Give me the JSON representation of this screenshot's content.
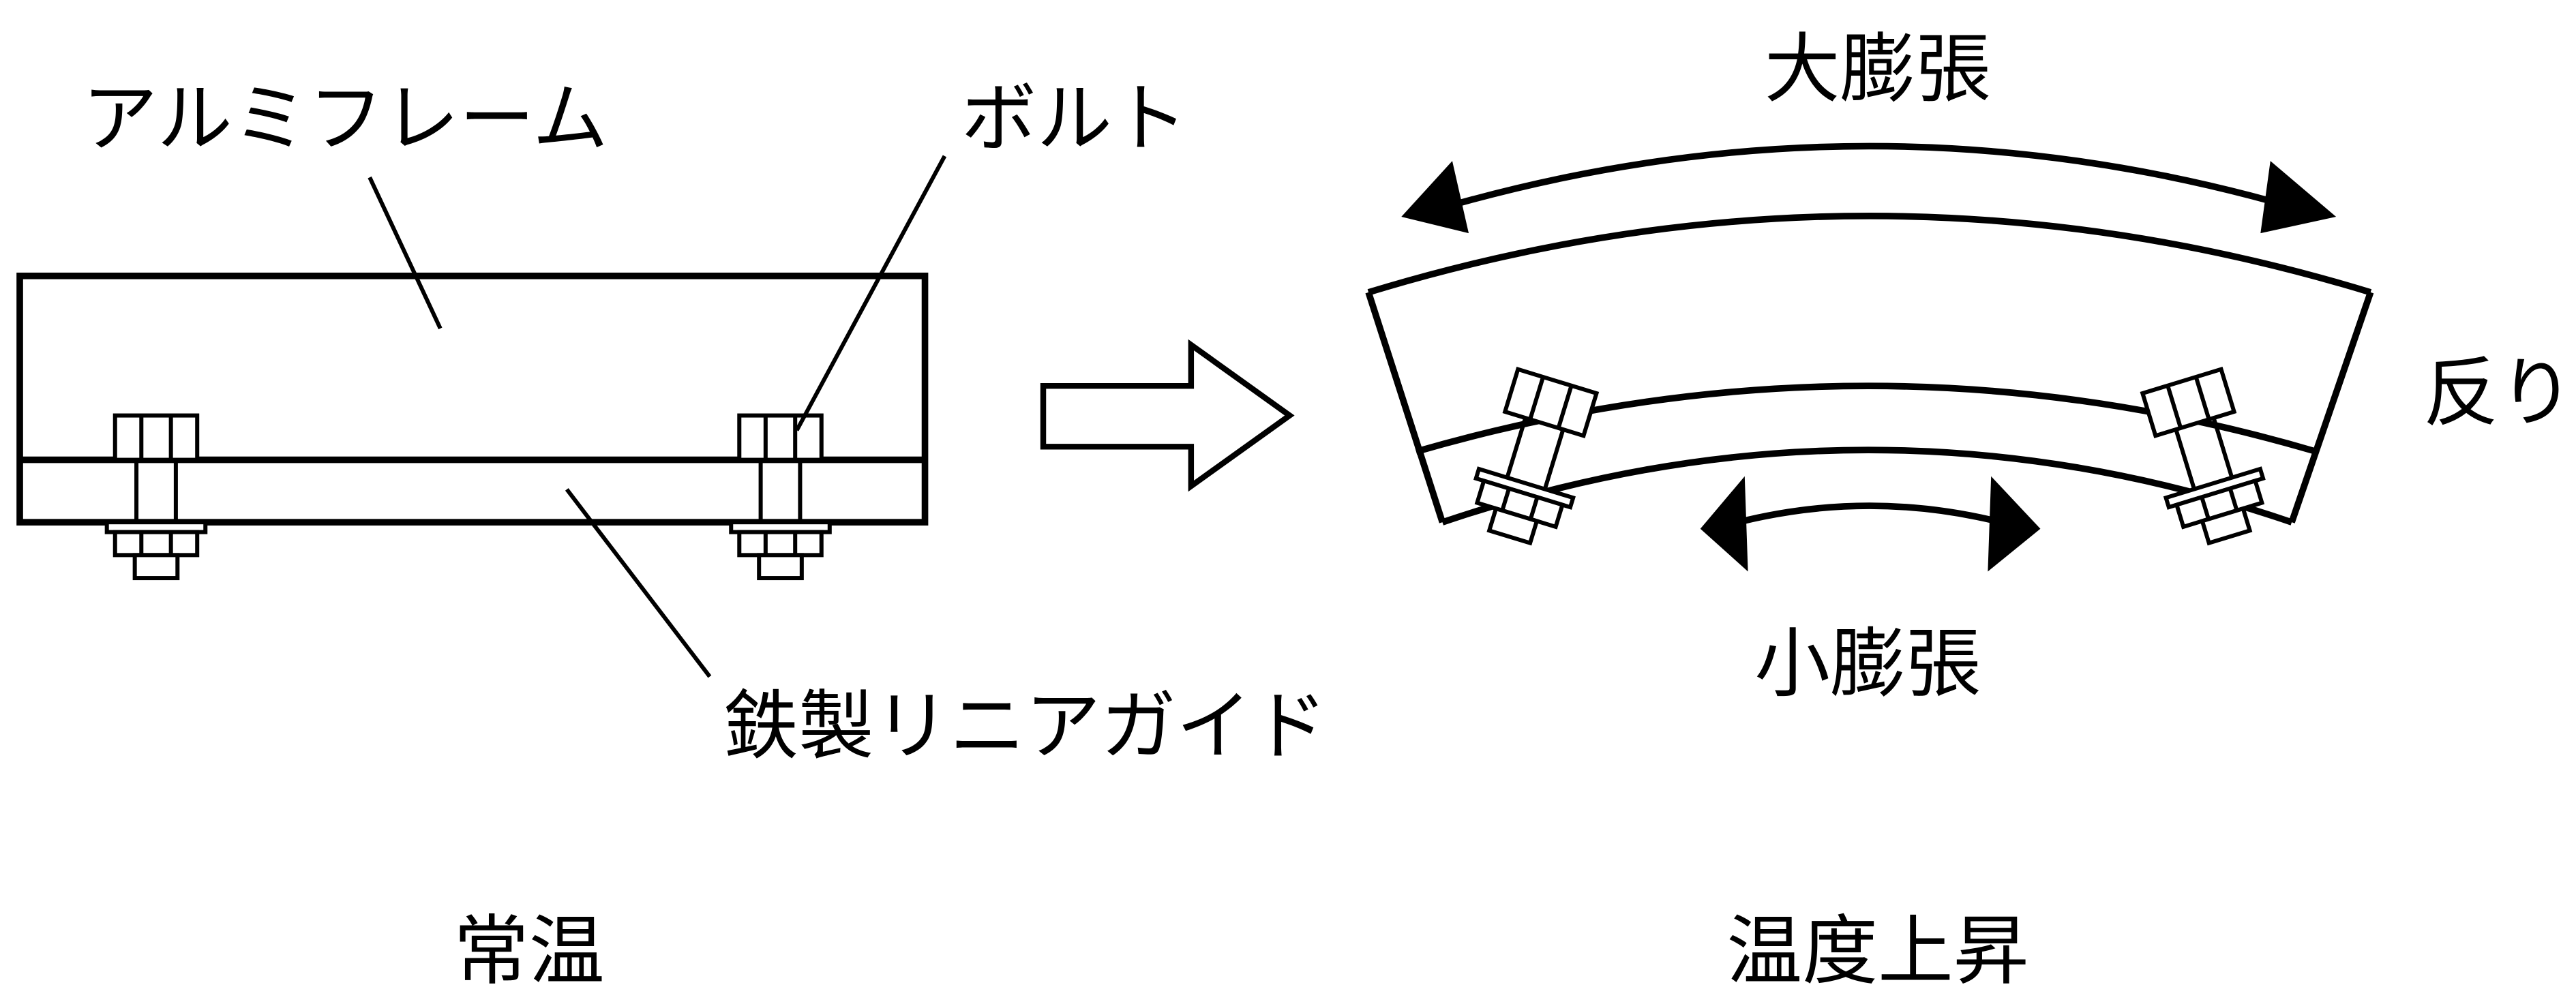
{
  "labels": {
    "aluminum_frame": "アルミフレーム",
    "bolt": "ボルト",
    "steel_linear_guide": "鉄製リニアガイド",
    "room_temperature": "常温",
    "large_expansion": "大膨張",
    "small_expansion": "小膨張",
    "warp": "反り",
    "temperature_rise": "温度上昇"
  },
  "colors": {
    "line": "#000000",
    "background": "#ffffff"
  }
}
